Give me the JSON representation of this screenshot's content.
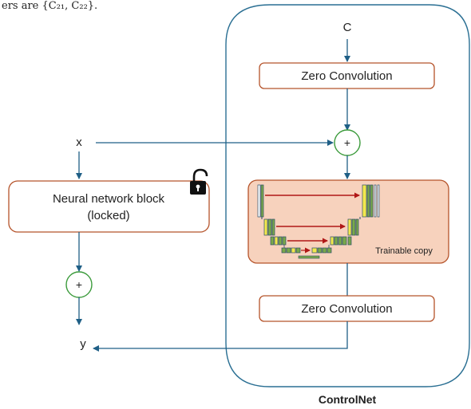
{
  "top_clip_text": "ers are {C₂₁, C₂₂}.",
  "inputs": {
    "c": "C",
    "x": "x",
    "y": "y"
  },
  "locked_block": {
    "line1": "Neural network block",
    "line2": "(locked)"
  },
  "zero_conv_top": "Zero Convolution",
  "zero_conv_bottom": "Zero Convolution",
  "trainable_copy": "Trainable copy",
  "plus_symbol": "+",
  "controlnet_label": "ControlNet",
  "colors": {
    "arrow": "#1f5f86",
    "box_border": "#b5532a",
    "trainable_fill": "#f7d2bd",
    "plus_border": "#3a9a3a",
    "panel_border": "#2a6f93",
    "skip_red": "#b01717"
  },
  "icons": {
    "lock": "open-lock-icon"
  }
}
